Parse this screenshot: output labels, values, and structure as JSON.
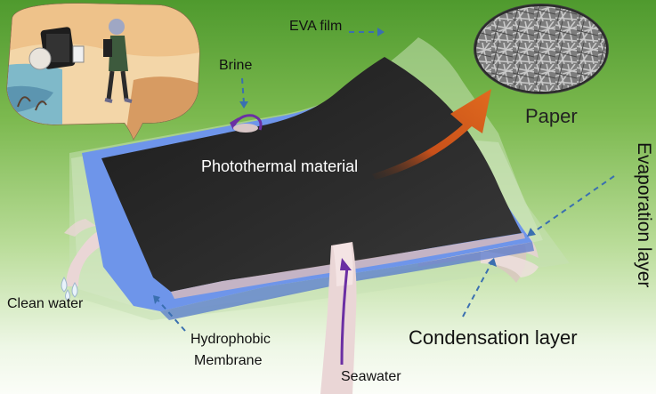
{
  "labels": {
    "eva_film": "EVA film",
    "brine": "Brine",
    "paper": "Paper",
    "photothermal_material": "Photothermal  material",
    "evaporation_layer": "Evaporation layer",
    "clean_water": "Clean water",
    "hydrophobic_line1": "Hydrophobic",
    "hydrophobic_line2": "Membrane",
    "condensation_layer": "Condensation layer",
    "seawater": "Seawater"
  },
  "colors": {
    "background_top": "#4f9a2e",
    "background_bottom": "#fbfdf8",
    "photothermal": "#262626",
    "hydrophobic_membrane": "#6e95ea",
    "eva_film": "#b8d6a6",
    "wick_paper": "#ead6d6",
    "transport_arrow": "#6b2fa3",
    "vapor_arrow": "#d2561a",
    "leader_line": "#3a6fb0"
  },
  "icons": [
    "sem-image",
    "illustration-bubble",
    "water-droplet-icon",
    "orange-vapor-arrow",
    "purple-flow-arrow"
  ]
}
